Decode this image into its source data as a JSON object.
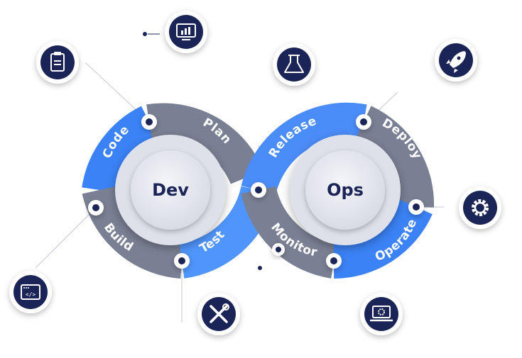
{
  "colors": {
    "navy": "#1b2456",
    "blue": "#3b82f6",
    "blue_light": "#5aa0ff",
    "gray": "#777d90",
    "hub_fill": "#e9eaf0"
  },
  "hubs": {
    "left": "Dev",
    "right": "Ops"
  },
  "segments": {
    "code": "Code",
    "plan": "Plan",
    "build": "Build",
    "test": "Test",
    "release": "Release",
    "deploy": "Deploy",
    "monitor": "Monitor",
    "operate": "Operate"
  },
  "icons": [
    "monitor-chart-icon",
    "clipboard-icon",
    "flask-icon",
    "rocket-icon",
    "gear-icon",
    "code-window-icon",
    "tools-icon",
    "laptop-gear-icon"
  ]
}
